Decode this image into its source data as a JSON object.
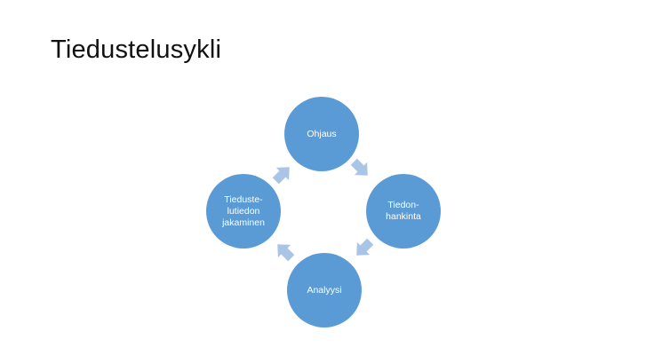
{
  "slide": {
    "title": "Tiedustelusykli"
  },
  "cycle": {
    "node_color": "#5b9bd5",
    "arrow_color": "#a9c4e4",
    "steps": [
      {
        "label": "Ohjaus"
      },
      {
        "label": "Tiedon-\nhankinta"
      },
      {
        "label": "Analyysi"
      },
      {
        "label": "Tieduste-\nlutiedon\njakaminen"
      }
    ]
  }
}
